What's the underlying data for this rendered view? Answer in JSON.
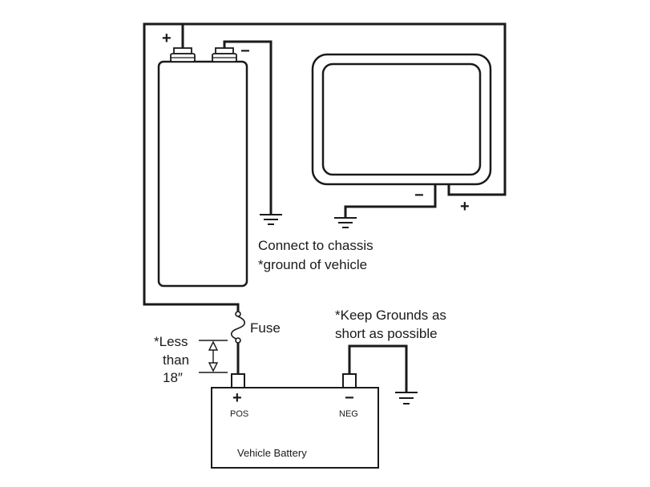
{
  "labels": {
    "plus_top_left": "+",
    "minus_top": "−",
    "minus_amp": "−",
    "plus_amp": "+",
    "connect_line1": "Connect to chassis",
    "connect_line2": "*ground of vehicle",
    "fuse": "Fuse",
    "less_line1": "*Less",
    "less_line2": "than",
    "less_line3": "18″",
    "keep_line1": "*Keep Grounds as",
    "keep_line2": "short as possible",
    "batt_pos_sign": "+",
    "batt_neg_sign": "−",
    "pos": "POS",
    "neg": "NEG",
    "vehicle_battery": "Vehicle Battery"
  },
  "colors": {
    "line": "#1a1a1a",
    "background": "#ffffff"
  }
}
